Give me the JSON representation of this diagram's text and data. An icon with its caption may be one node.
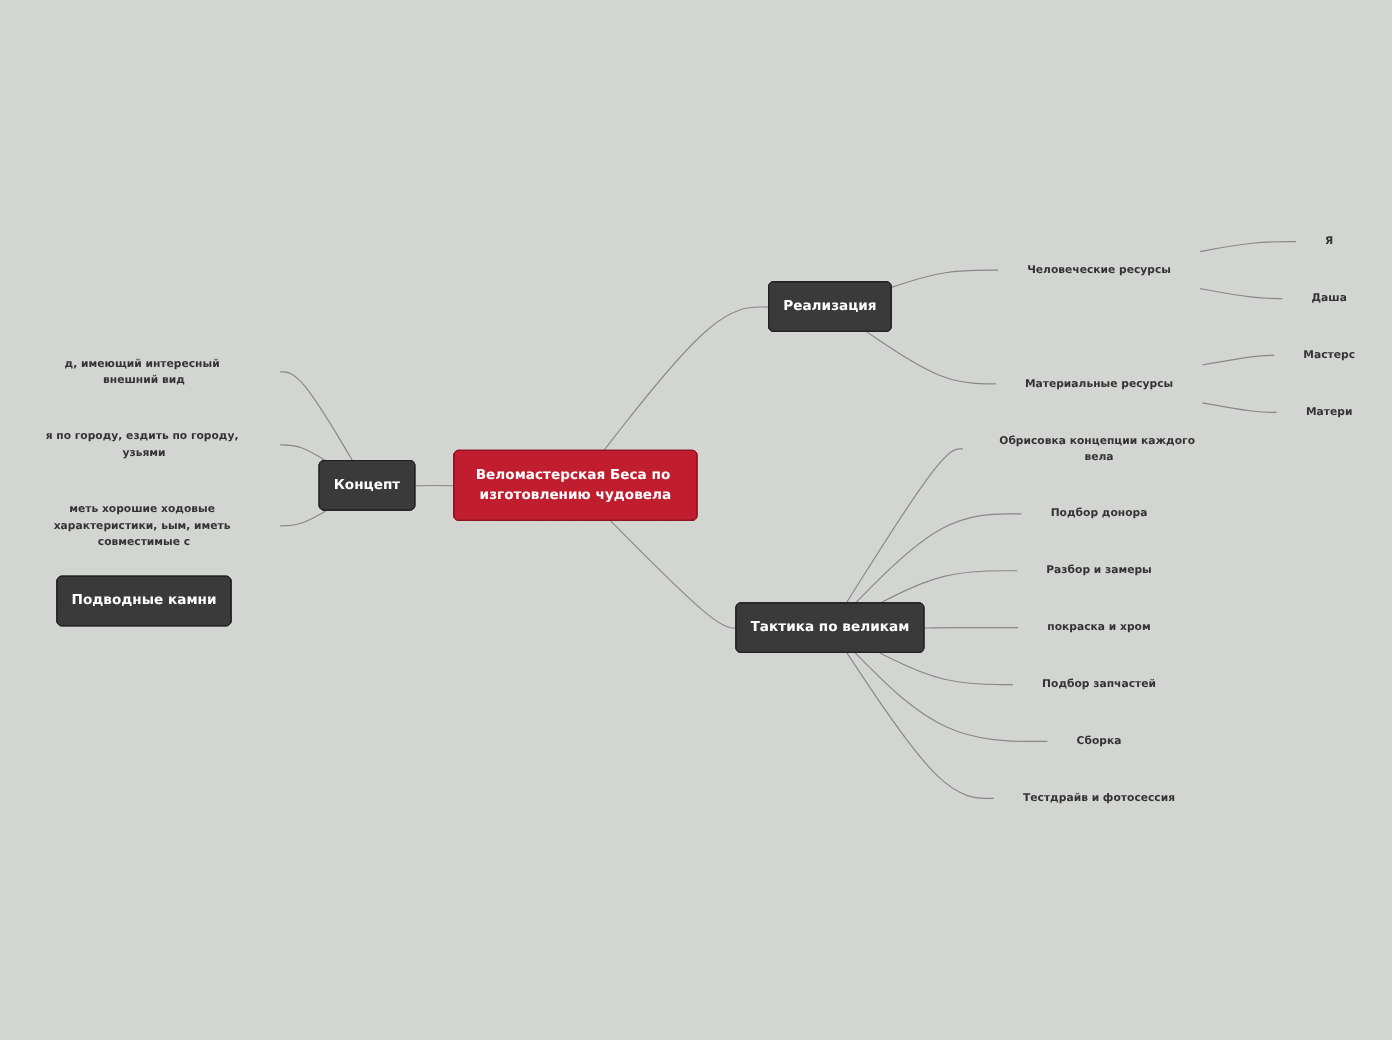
{
  "diagram": {
    "nodes": [
      {
        "text": [
          "Веломастерская Беса по изготовлению чудовела"
        ]
      },
      {
        "text": [
          "Концепт"
        ]
      },
      {
        "text": [
          "д, имеющий интересный внешний вид"
        ]
      },
      {
        "text": [
          "я по городу, ездить по городу, узьями"
        ]
      },
      {
        "text": [
          "меть хорошие ходовые характеристики, ьым, иметь совместимые с"
        ]
      },
      {
        "text": [
          "Реализация"
        ]
      },
      {
        "text": [
          "Человеческие ресурсы"
        ]
      },
      {
        "text": [
          "Я"
        ]
      },
      {
        "text": [
          "Даша"
        ]
      },
      {
        "text": [
          "Материальные ресурсы"
        ]
      },
      {
        "text": [
          "Мастерс"
        ]
      },
      {
        "text": [
          "Матери"
        ]
      },
      {
        "text": [
          "Тактика по великам"
        ]
      },
      {
        "text": [
          "Обрисовка концепции каждого вела"
        ]
      },
      {
        "text": [
          "Подбор донора"
        ]
      },
      {
        "text": [
          "Разбор и замеры"
        ]
      },
      {
        "text": [
          "покраска и хром"
        ]
      },
      {
        "text": [
          "Подбор запчастей"
        ]
      },
      {
        "text": [
          "Сборка"
        ]
      },
      {
        "text": [
          "Тестдрайв и фотосессия"
        ]
      },
      {
        "text": [
          "Подводные камни"
        ]
      }
    ],
    "edges": [
      {
        "from": 1,
        "to": 0,
        "arrow": "none"
      },
      {
        "from": 2,
        "to": 1,
        "arrow": "none"
      },
      {
        "from": 3,
        "to": 1,
        "arrow": "none"
      },
      {
        "from": 4,
        "to": 1,
        "arrow": "none"
      },
      {
        "from": 0,
        "to": 5,
        "arrow": "none"
      },
      {
        "from": 5,
        "to": 6,
        "arrow": "none"
      },
      {
        "from": 6,
        "to": 7,
        "arrow": "none"
      },
      {
        "from": 6,
        "to": 8,
        "arrow": "none"
      },
      {
        "from": 5,
        "to": 9,
        "arrow": "none"
      },
      {
        "from": 9,
        "to": 10,
        "arrow": "none"
      },
      {
        "from": 9,
        "to": 11,
        "arrow": "none"
      },
      {
        "from": 0,
        "to": 12,
        "arrow": "none"
      },
      {
        "from": 12,
        "to": 13,
        "arrow": "none"
      },
      {
        "from": 12,
        "to": 14,
        "arrow": "none"
      },
      {
        "from": 12,
        "to": 15,
        "arrow": "none"
      },
      {
        "from": 12,
        "to": 16,
        "arrow": "none"
      },
      {
        "from": 12,
        "to": 17,
        "arrow": "none"
      },
      {
        "from": 12,
        "to": 18,
        "arrow": "none"
      },
      {
        "from": 12,
        "to": 19,
        "arrow": "none"
      }
    ]
  }
}
